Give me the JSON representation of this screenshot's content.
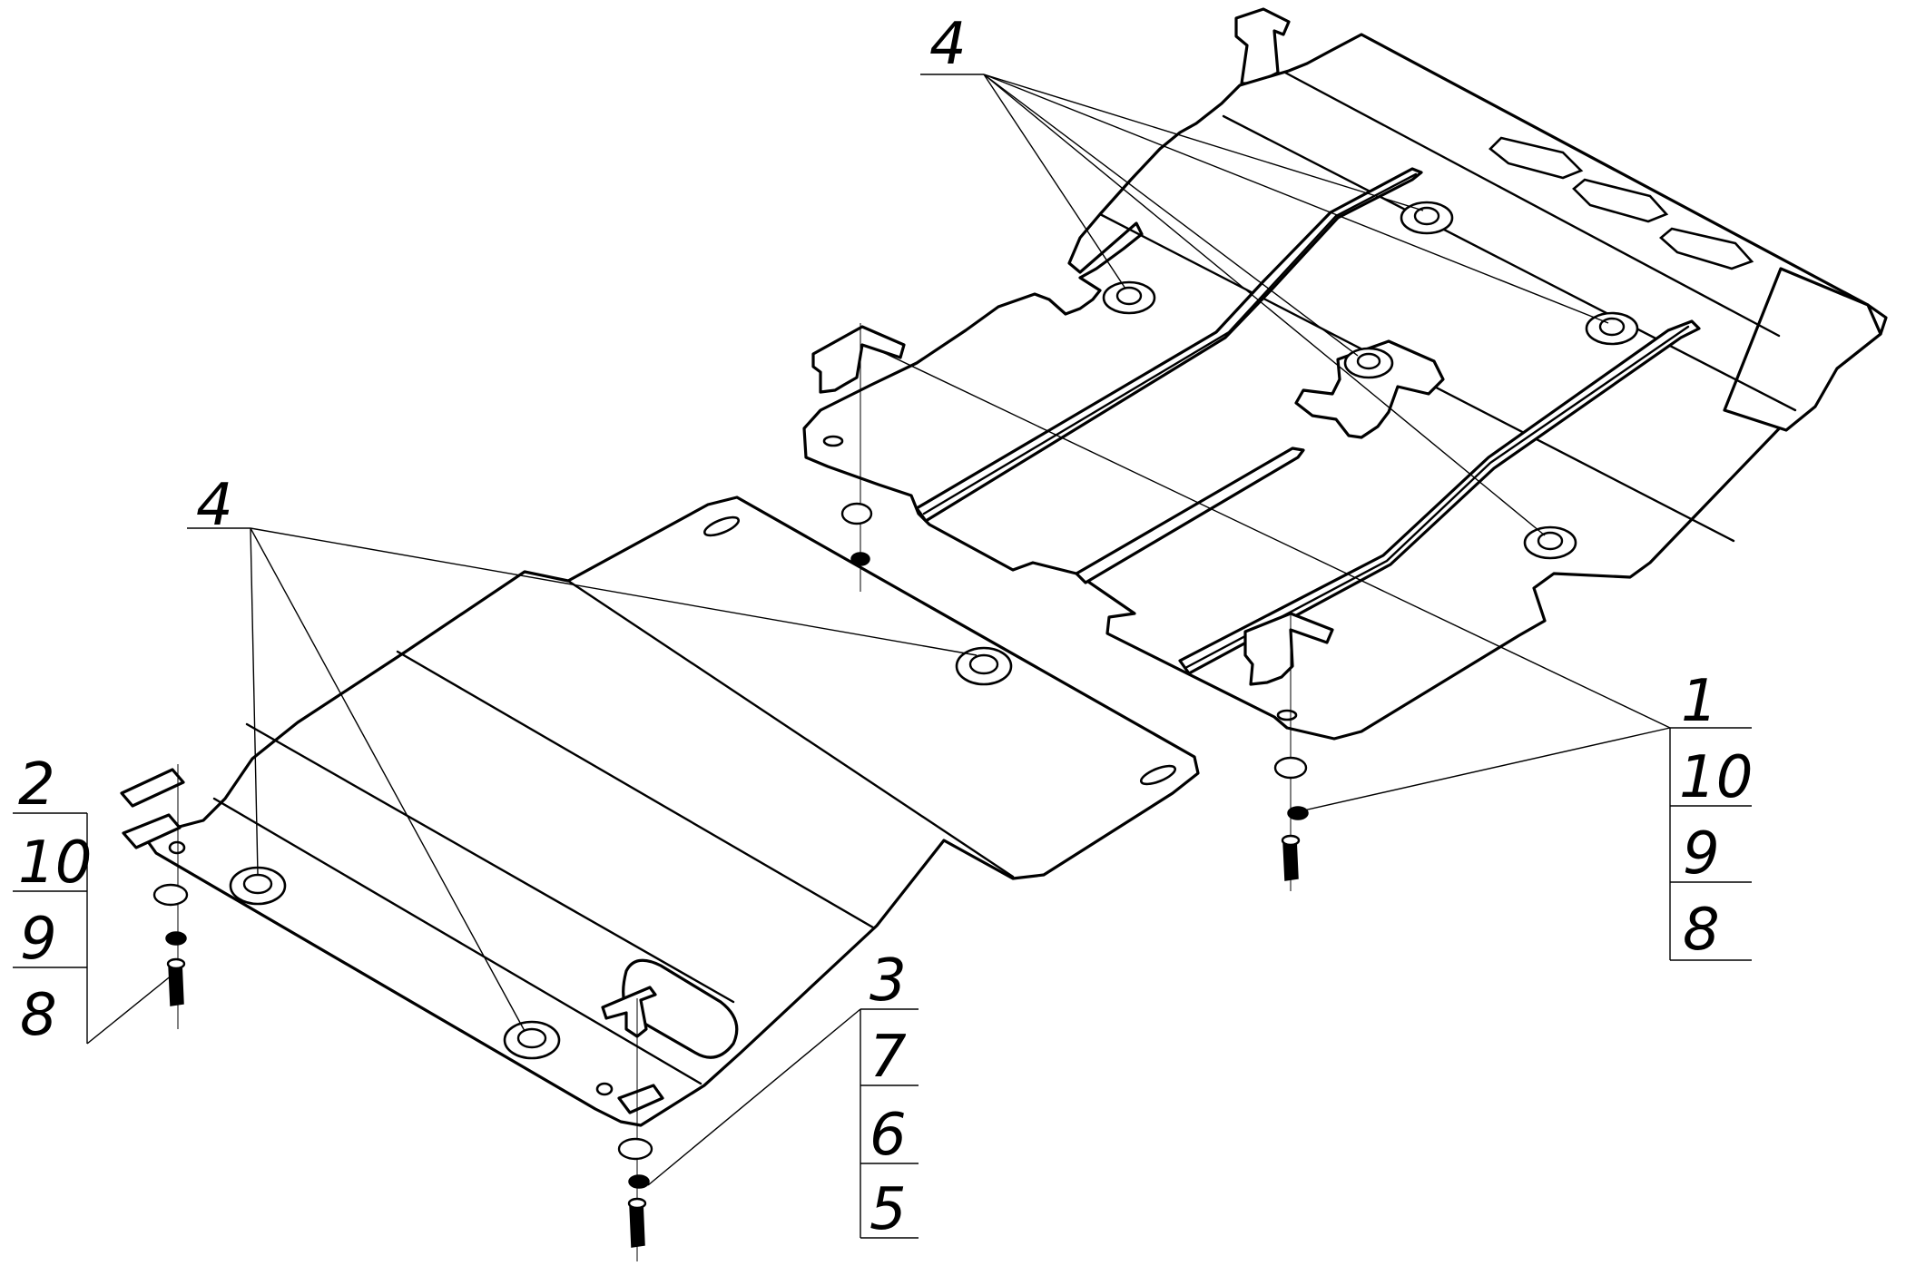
{
  "diagram": {
    "callouts": {
      "top_right_group": "4",
      "left_group": "4",
      "part_1": "1",
      "part_2": "2",
      "part_3": "3"
    },
    "stacks": {
      "right_stack": [
        "10",
        "9",
        "8"
      ],
      "left_stack": [
        "10",
        "9",
        "8"
      ],
      "middle_stack": [
        "7",
        "6",
        "5"
      ]
    }
  }
}
